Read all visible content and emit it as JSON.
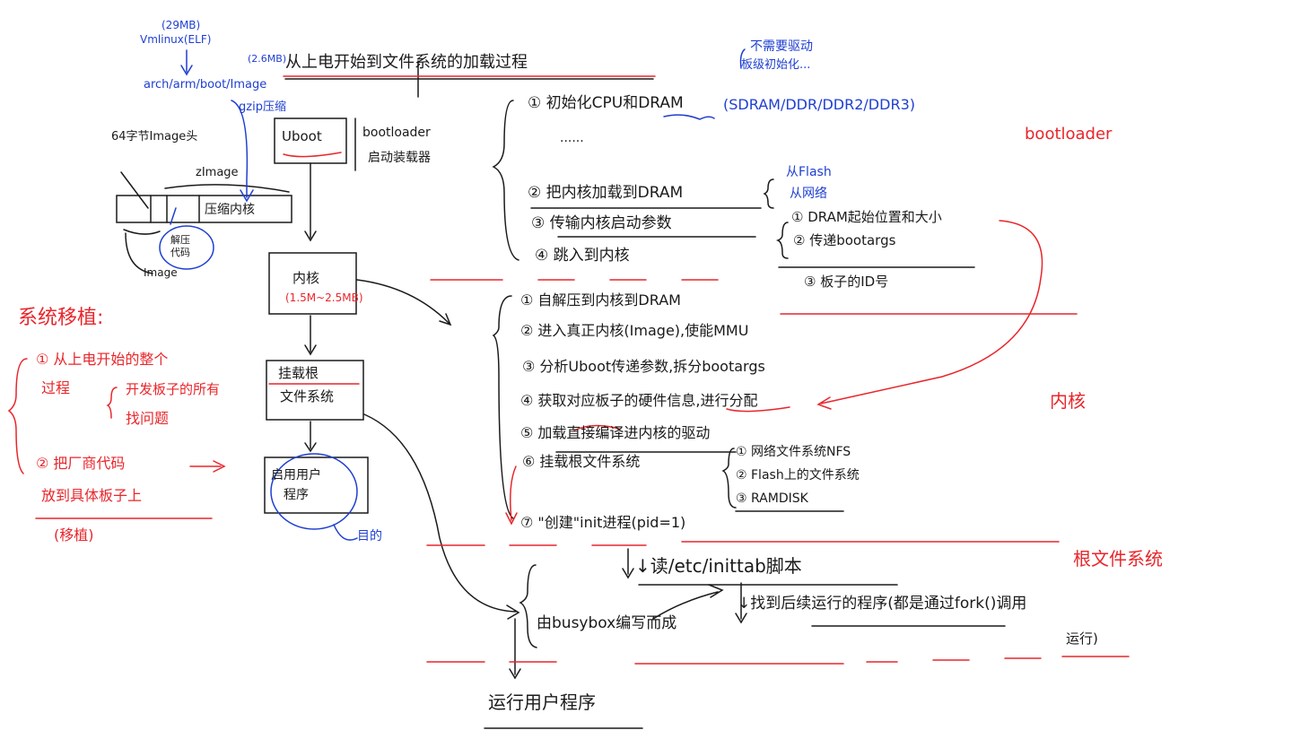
{
  "colors": {
    "ink": "#1a1a1a",
    "blue": "#1f3fd1",
    "red": "#e8262b"
  },
  "top": {
    "size_29": "(29MB)",
    "vmlinux": "Vmlinux(ELF)",
    "size_2_6": "(2.6MB)",
    "image_path": "arch/arm/boot/Image",
    "gzip": "gzip压缩",
    "title": "从上电开始到文件系统的加载过程",
    "no_driver_1": "不需要驱动",
    "no_driver_2": "板级初始化..."
  },
  "left": {
    "header_64": "64字节Image头",
    "zimage": "zImage",
    "compressed_kernel": "压缩内核",
    "decompress_1": "解压",
    "decompress_2": "代码",
    "image_label": "Image"
  },
  "flow": {
    "uboot": "Uboot",
    "bootloader": "bootloader",
    "loader_cn": "启动装载器",
    "kernel": "内核",
    "kernel_size": "(1.5M~2.5MB)",
    "mount_1": "挂载根",
    "mount_2": "文件系统",
    "app_1": "启用用户",
    "app_2": "程序",
    "app_note": "目的"
  },
  "uboot_steps": {
    "s1": "① 初始化CPU和DRAM",
    "s1_types": "(SDRAM/DDR/DDR2/DDR3)",
    "s1_dots": "......",
    "s2": "② 把内核加载到DRAM",
    "s2_opt1": "从Flash",
    "s2_opt2": "从网络",
    "s3": "③ 传输内核启动参数",
    "s3_a": "① DRAM起始位置和大小",
    "s3_b": "② 传递bootargs",
    "s3_c": "③ 板子的ID号",
    "s4": "④ 跳入到内核",
    "tag": "bootloader"
  },
  "kernel_steps": {
    "k1": "① 自解压到内核到DRAM",
    "k2": "② 进入真正内核(Image),使能MMU",
    "k3": "③ 分析Uboot传递参数,拆分bootargs",
    "k4": "④ 获取对应板子的硬件信息,进行分配",
    "k5": "⑤ 加载直接编译进内核的驱动",
    "k6": "⑥ 挂载根文件系统",
    "k6_a": "① 网络文件系统NFS",
    "k6_b": "② Flash上的文件系统",
    "k6_c": "③ RAMDISK",
    "k7": "⑦ \"创建\"init进程(pid=1)",
    "tag": "内核"
  },
  "rootfs": {
    "read": "↓读/etc/inittab脚本",
    "find": "↓找到后续运行的程序(都是通过fork()调用",
    "run": "运行)",
    "busybox": "由busybox编写而成",
    "run_user": "运行用户程序",
    "tag": "根文件系统"
  },
  "porting": {
    "title": "系统移植:",
    "p1_a": "① 从上电开始的整个",
    "p1_b": "过程",
    "p1_c": "开发板子的所有",
    "p1_d": "找问题",
    "p2_a": "② 把厂商代码",
    "p2_b": "放到具体板子上",
    "p2_c": "(移植)"
  }
}
